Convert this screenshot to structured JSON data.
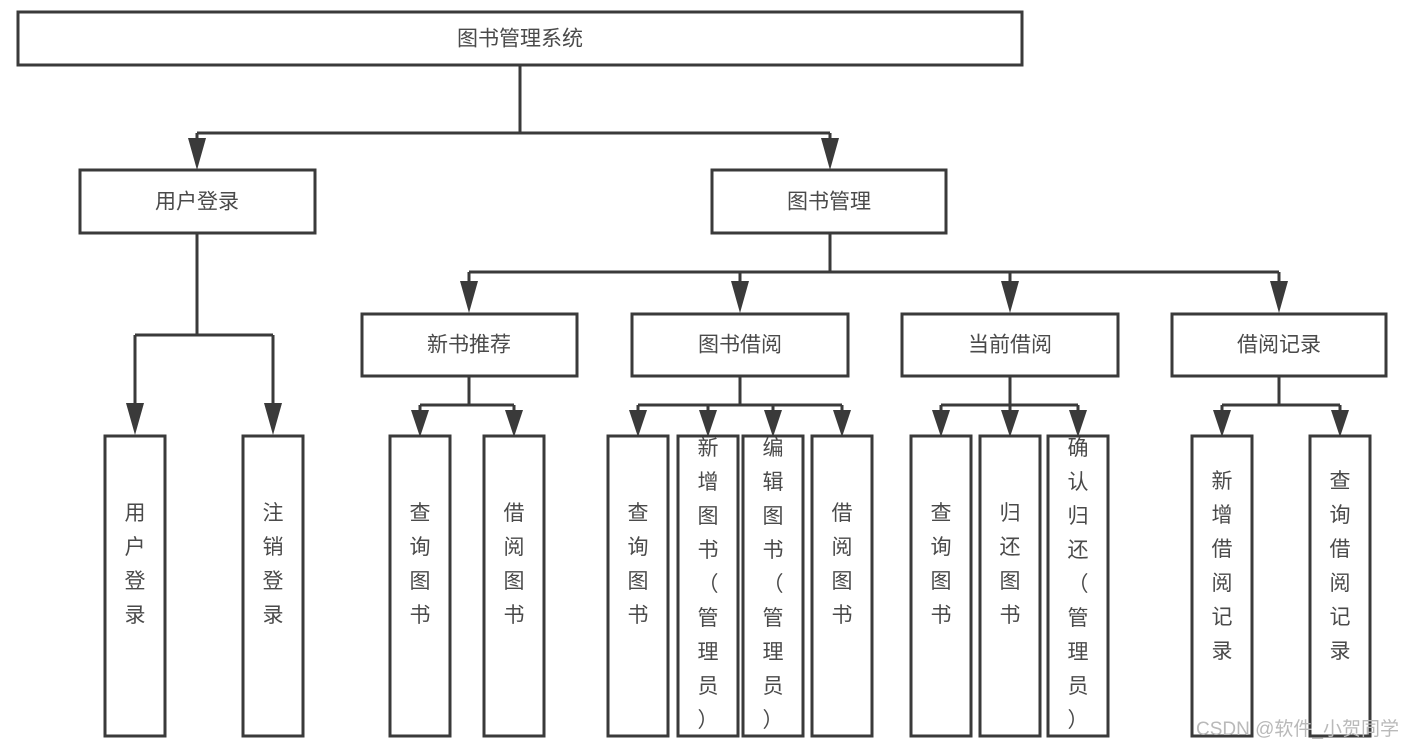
{
  "diagram": {
    "title": "图书管理系统",
    "type": "tree-hierarchy",
    "root": {
      "id": "root",
      "label": "图书管理系统",
      "orientation": "horizontal"
    },
    "level2": [
      {
        "id": "user-login",
        "label": "用户登录",
        "orientation": "horizontal"
      },
      {
        "id": "book-manage",
        "label": "图书管理",
        "orientation": "horizontal"
      }
    ],
    "level3": [
      {
        "id": "new-book-recommend",
        "label": "新书推荐",
        "orientation": "horizontal",
        "parent": "book-manage"
      },
      {
        "id": "book-borrow",
        "label": "图书借阅",
        "orientation": "horizontal",
        "parent": "book-manage"
      },
      {
        "id": "current-borrow",
        "label": "当前借阅",
        "orientation": "horizontal",
        "parent": "book-manage"
      },
      {
        "id": "borrow-record",
        "label": "借阅记录",
        "orientation": "horizontal",
        "parent": "book-manage"
      }
    ],
    "leaves": [
      {
        "id": "leaf-user-login",
        "label": "用户登录",
        "orientation": "vertical",
        "parent": "user-login"
      },
      {
        "id": "leaf-user-logout",
        "label": "注销登录",
        "orientation": "vertical",
        "parent": "user-login"
      },
      {
        "id": "leaf-query-book-1",
        "label": "查询图书",
        "orientation": "vertical",
        "parent": "new-book-recommend"
      },
      {
        "id": "leaf-borrow-book-1",
        "label": "借阅图书",
        "orientation": "vertical",
        "parent": "new-book-recommend"
      },
      {
        "id": "leaf-query-book-2",
        "label": "查询图书",
        "orientation": "vertical",
        "parent": "book-borrow"
      },
      {
        "id": "leaf-add-book",
        "label": "新增图书（管理员）",
        "orientation": "vertical",
        "parent": "book-borrow"
      },
      {
        "id": "leaf-edit-book",
        "label": "编辑图书（管理员）",
        "orientation": "vertical",
        "parent": "book-borrow"
      },
      {
        "id": "leaf-borrow-book-2",
        "label": "借阅图书",
        "orientation": "vertical",
        "parent": "book-borrow"
      },
      {
        "id": "leaf-query-book-3",
        "label": "查询图书",
        "orientation": "vertical",
        "parent": "current-borrow"
      },
      {
        "id": "leaf-return-book",
        "label": "归还图书",
        "orientation": "vertical",
        "parent": "current-borrow"
      },
      {
        "id": "leaf-confirm-return",
        "label": "确认归还（管理员）",
        "orientation": "vertical",
        "parent": "current-borrow"
      },
      {
        "id": "leaf-add-record",
        "label": "新增借阅记录",
        "orientation": "vertical",
        "parent": "borrow-record"
      },
      {
        "id": "leaf-query-record",
        "label": "查询借阅记录",
        "orientation": "vertical",
        "parent": "borrow-record"
      }
    ]
  },
  "watermark": {
    "text": "CSDN @软件_小贺同学"
  },
  "colors": {
    "box_stroke": "#3a3a3a",
    "box_fill": "#ffffff",
    "text": "#4a4a4a",
    "connector": "#3a3a3a",
    "watermark": "#b9b9b9",
    "background": "#ffffff"
  }
}
